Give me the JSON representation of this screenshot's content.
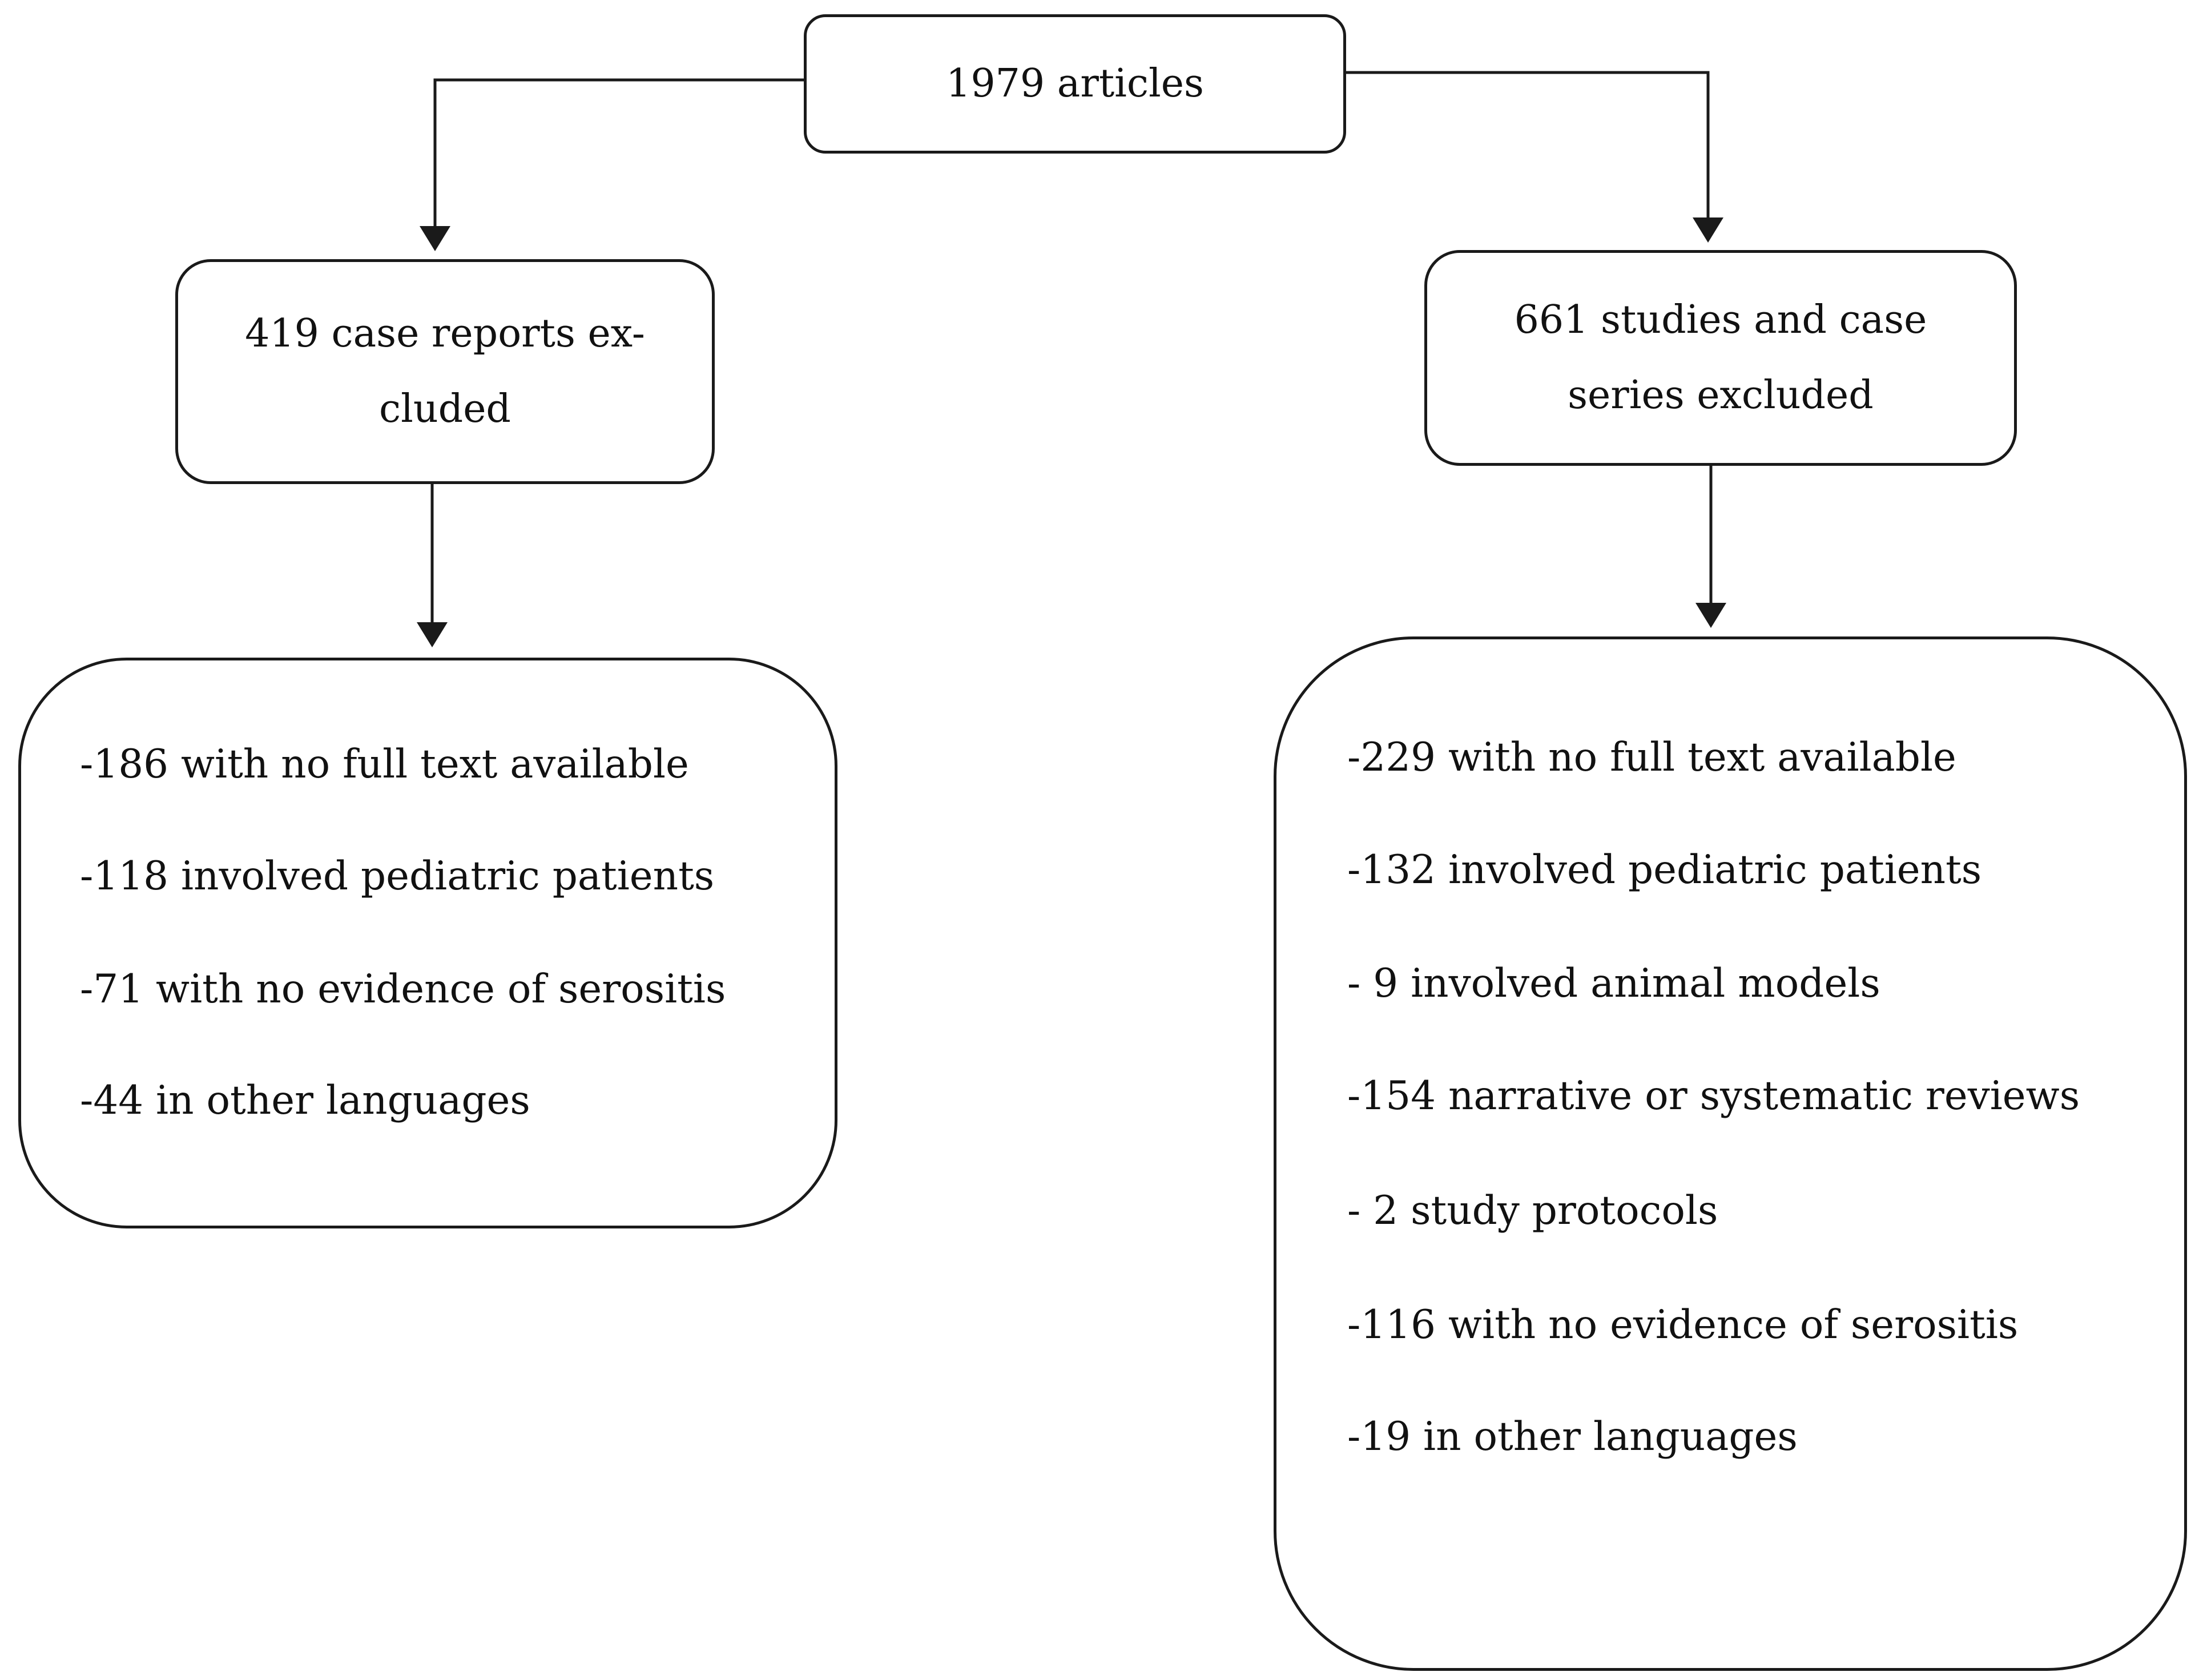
{
  "diagram": {
    "top": {
      "label": "1979 articles"
    },
    "left_branch": {
      "label": "419 case reports ex-\ncluded",
      "exclusions": [
        "-186 with no full text available",
        "-118 involved pediatric patients",
        "-71 with no evidence of serositis",
        "-44 in other languages"
      ]
    },
    "right_branch": {
      "label": "661 studies and case\nseries excluded",
      "exclusions": [
        "-229 with no full text available",
        "-132 involved pediatric patients",
        "- 9 involved animal models",
        "-154 narrative or systematic reviews",
        "- 2 study protocols",
        "-116 with no evidence of serositis",
        "-19 in other languages"
      ]
    },
    "colors": {
      "stroke": "#1a1a1a",
      "text": "#111111",
      "background": "#ffffff"
    }
  }
}
